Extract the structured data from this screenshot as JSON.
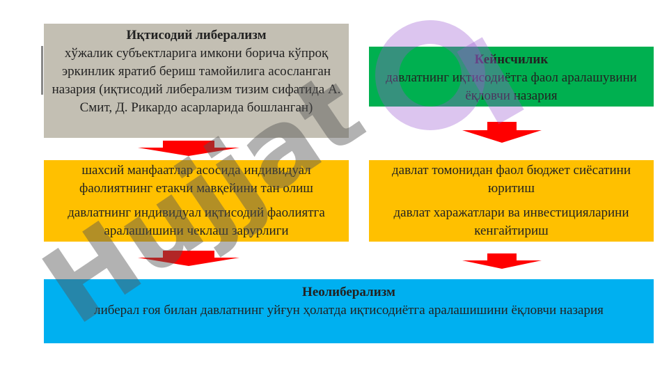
{
  "economic_liberalism": {
    "title": "Иқтисодий либерализм",
    "text": "хўжалик субъектларига имкони борича кўпроқ эркинлик яратиб бериш тамойилига асосланган  назария (иқтисодий либерализм тизим сифатида А. Смит, Д. Рикардо асарларида бошланган)"
  },
  "keynesianism": {
    "title": "Кейнсчилик",
    "text": "давлатнинг иқтисодиётга фаол аралашувини ёқловчи назария"
  },
  "left_middle": {
    "items": [
      "шахсий манфаатлар асосида индивидуал фаолиятнинг етакчи мавқейини тан олиш",
      "давлатнинг индивидуал иқтисодий фаолиятга аралашишини чеклаш зарурлиги"
    ]
  },
  "right_middle": {
    "items": [
      "давлат томонидан фаол бюджет сиёсатини юритиш",
      "давлат харажатлари ва инвестицияларини кенгайтириш"
    ]
  },
  "neoliberalism": {
    "title": "Неолиберализм",
    "text": "либерал ғоя билан давлатнинг уйғун ҳолатда иқтисодиётга аралашишини ёқловчи назария"
  },
  "watermark": {
    "text": "Hujjat"
  },
  "colors": {
    "econ_lib_box": "#c3bfb3",
    "keynes_box": "#00b050",
    "middle_boxes": "#ffc000",
    "neolib_box": "#00b0f0",
    "arrows": "#ff0000"
  }
}
